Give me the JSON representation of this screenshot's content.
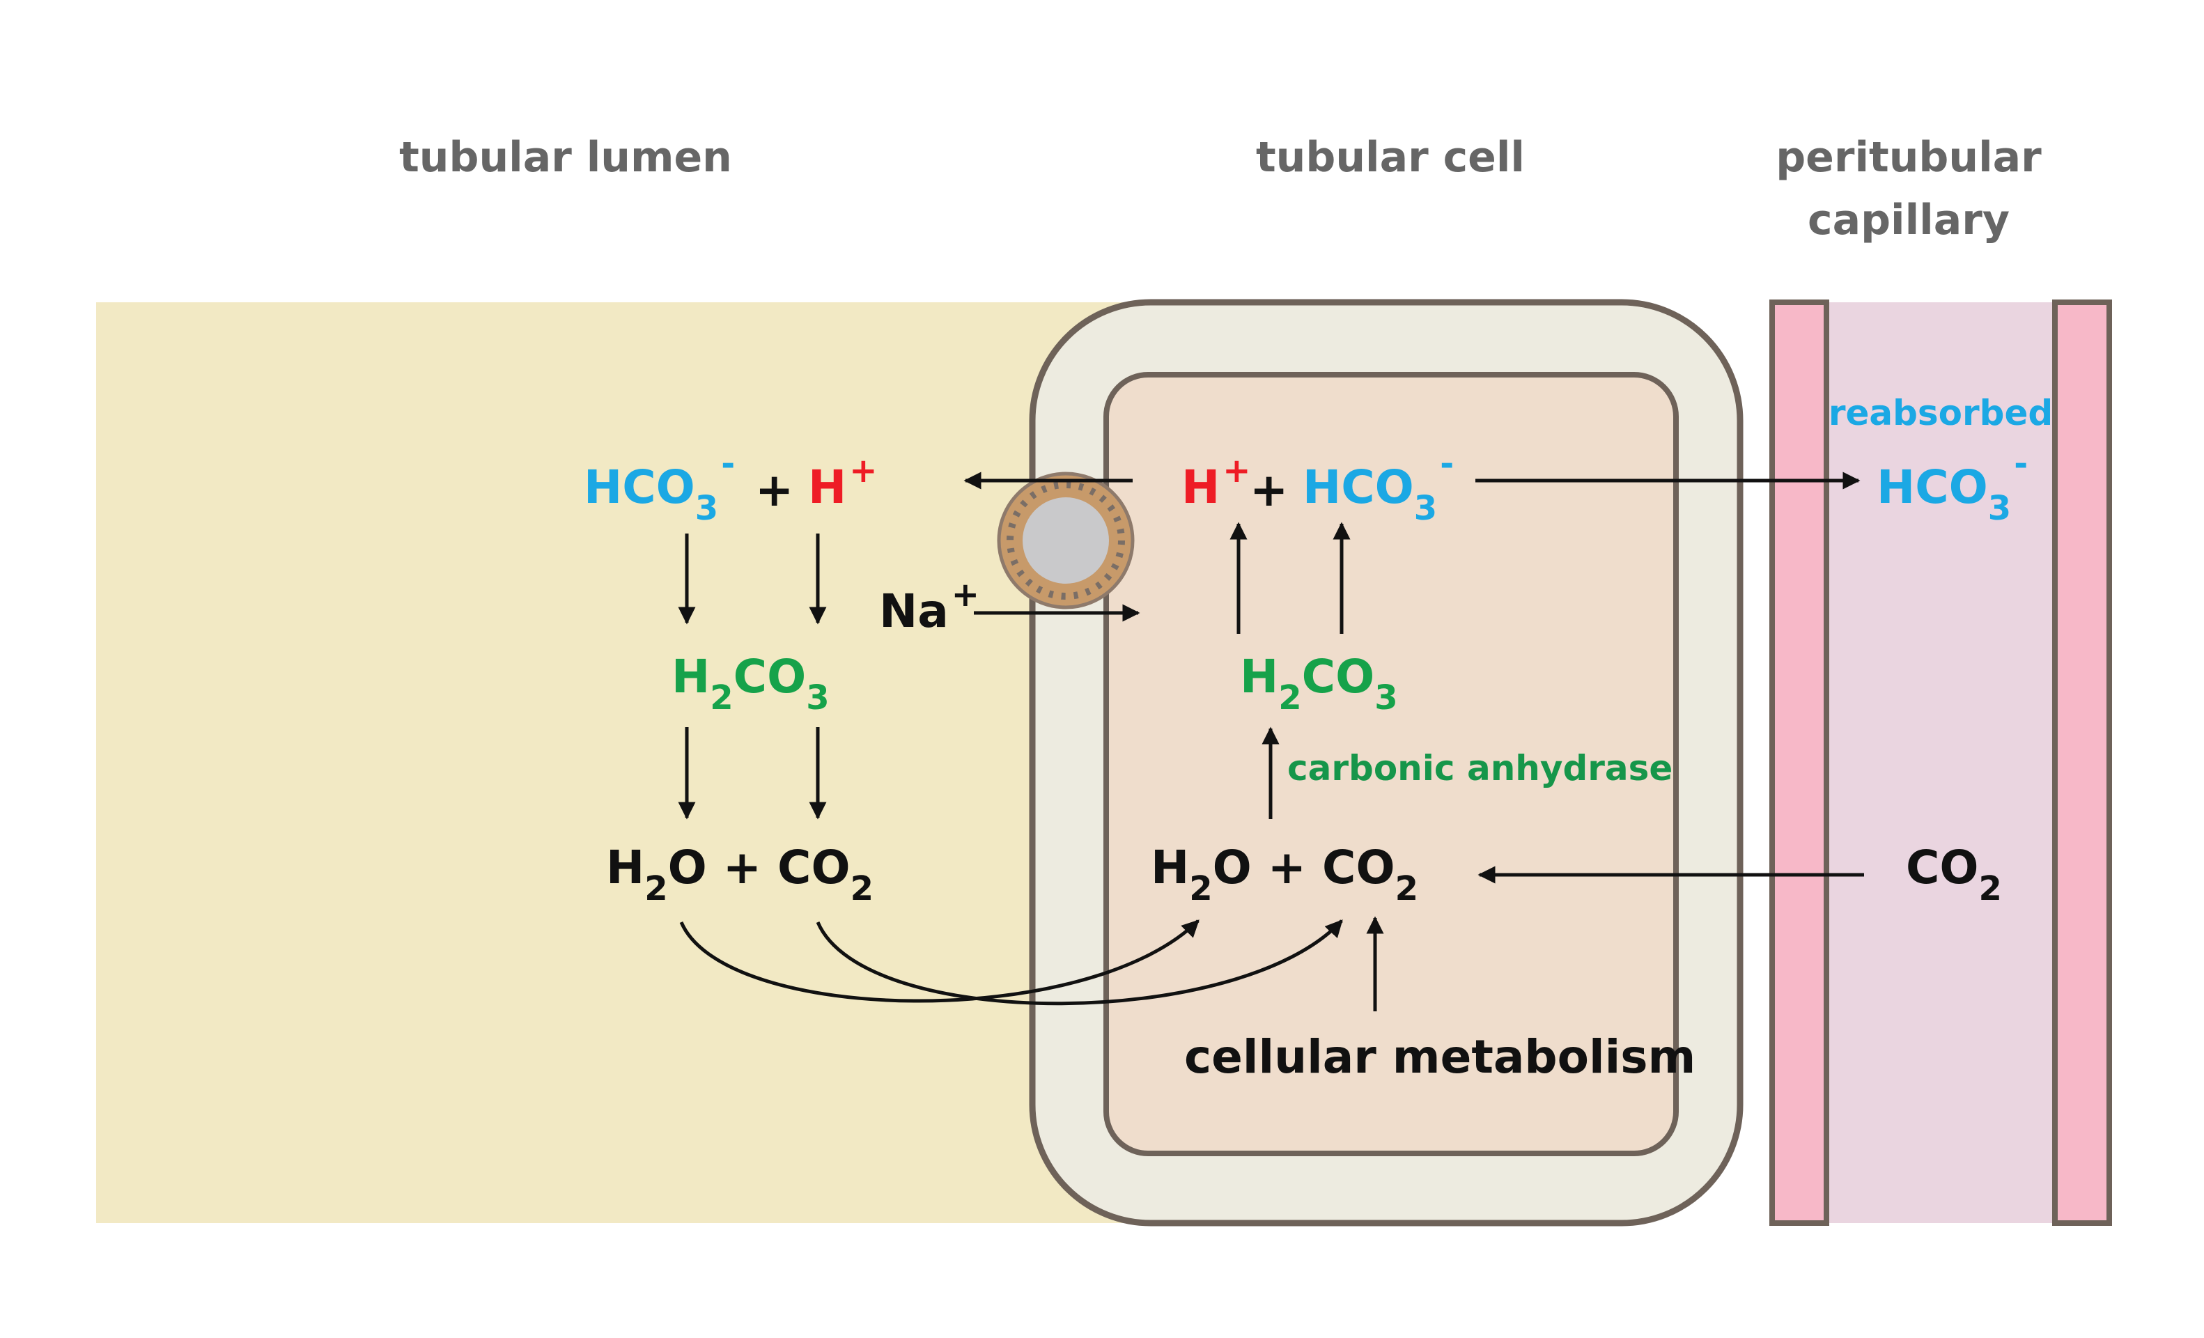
{
  "colors": {
    "lumen_bg": "#F2E9C4",
    "cell_outer": "#EDEBE0",
    "cell_inner": "#EFDDCC",
    "cell_border": "#6E6259",
    "capillary_bg": "#EAD5E0",
    "capillary_wall": "#F7B8C8",
    "bicarbonate": "#1BA8E4",
    "proton": "#EE1C25",
    "carbonic_acid": "#16A24A",
    "enzyme": "#16964A",
    "black": "#111111",
    "transporter": "#C79A6A",
    "transporter_core": "#C9C9CB"
  },
  "regions": {
    "lumen": "tubular lumen",
    "cell": "tubular cell",
    "capillary_line1": "peritubular",
    "capillary_line2": "capillary"
  },
  "lumen": {
    "hco3_base": "HCO",
    "hco3_sub": "3",
    "hco3_sup": "-",
    "plus": "+",
    "h_base": "H",
    "h_sup": "+",
    "h2co3_a": "H",
    "h2co3_sub1": "2",
    "h2co3_b": "CO",
    "h2co3_sub2": "3",
    "water_a": "H",
    "water_sub": "2",
    "water_b": "O + CO",
    "water_sub2": "2"
  },
  "transport": {
    "na_base": "Na",
    "na_sup": "+"
  },
  "cell": {
    "h_base": "H",
    "h_sup": "+",
    "plus": "+",
    "hco3_base": "HCO",
    "hco3_sub": "3",
    "hco3_sup": "-",
    "h2co3_a": "H",
    "h2co3_sub1": "2",
    "h2co3_b": "CO",
    "h2co3_sub2": "3",
    "enzyme": "carbonic anhydrase",
    "water_a": "H",
    "water_sub": "2",
    "water_b": "O + CO",
    "water_sub2": "2",
    "metabolism": "cellular metabolism"
  },
  "capillary": {
    "note": "reabsorbed",
    "hco3_base": "HCO",
    "hco3_sub": "3",
    "hco3_sup": "-",
    "co2_base": "CO",
    "co2_sub": "2"
  }
}
